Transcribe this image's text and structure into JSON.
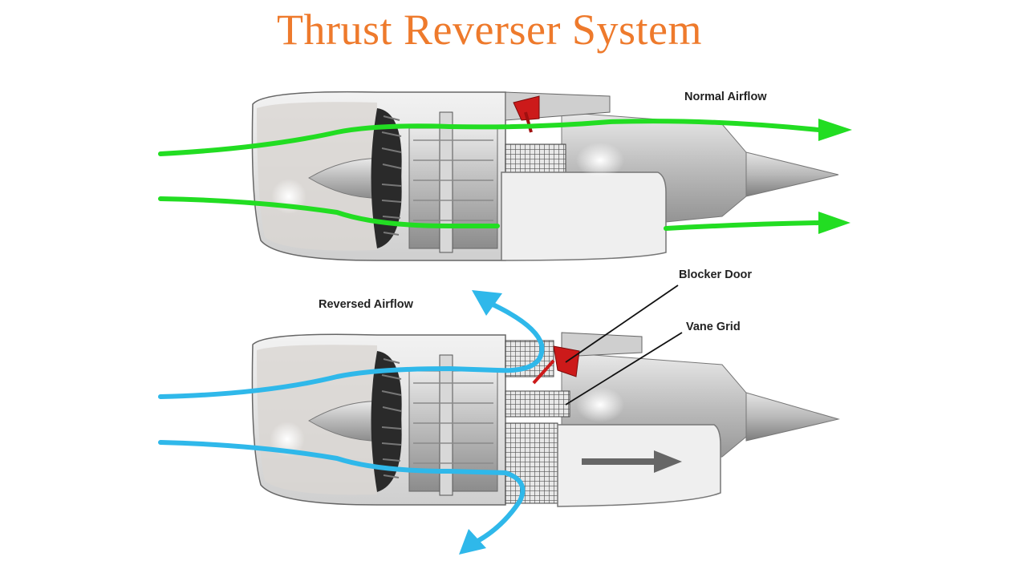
{
  "title": "Thrust Reverser System",
  "labels": {
    "normal_airflow": "Normal Airflow",
    "reversed_airflow": "Reversed Airflow",
    "blocker_door": "Blocker Door",
    "vane_grid": "Vane Grid"
  },
  "colors": {
    "title": "#ee7a2c",
    "normal_airflow": "#22dd22",
    "reversed_airflow": "#2fb8ea",
    "blocker_door": "#cc1a1a",
    "engine_metal": "#c8c8c8"
  },
  "engines": [
    {
      "name": "normal-engine",
      "state": "normal"
    },
    {
      "name": "reversed-engine",
      "state": "reversed"
    }
  ]
}
